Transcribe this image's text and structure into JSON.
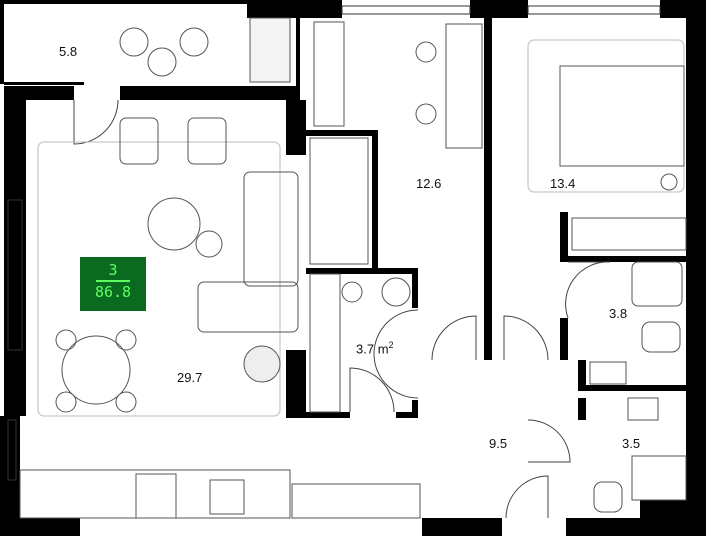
{
  "apartment": {
    "rooms": "3",
    "total_area": "86.8"
  },
  "rooms": {
    "balcony": "5.8",
    "living_kitchen": "29.7",
    "study_bedroom": "12.6",
    "bedroom": "13.4",
    "utility": "3.7",
    "utility_unit": "m",
    "utility_sup": "2",
    "bathroom": "3.8",
    "hall": "9.5",
    "shower_room": "3.5"
  },
  "colors": {
    "wall": "#000000",
    "furniture_stroke": "#555555",
    "badge_bg": "#0a6b20",
    "badge_text": "#5dff5d"
  }
}
